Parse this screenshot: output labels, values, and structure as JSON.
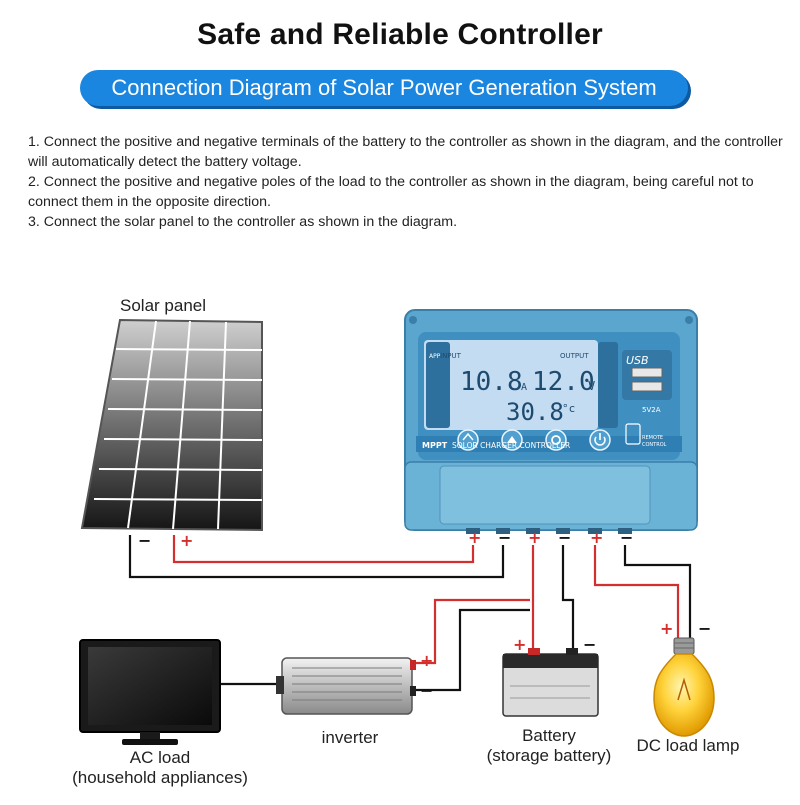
{
  "header": {
    "title": "Safe and Reliable Controller",
    "subtitle": "Connection Diagram of Solar Power Generation System"
  },
  "instructions": [
    "1. Connect the positive and negative terminals of the battery to the controller as shown in the diagram, and the controller will automatically detect the battery voltage.",
    "2. Connect the positive and negative poles of the load to the controller as shown in the diagram, being careful not to connect them in the opposite direction.",
    "3. Connect the solar panel to the controller as shown in the diagram."
  ],
  "labels": {
    "solar_panel": "Solar panel",
    "ac_load_line1": "AC load",
    "ac_load_line2": "(household appliances)",
    "inverter": "inverter",
    "battery_line1": "Battery",
    "battery_line2": "(storage battery)",
    "dc_load": "DC load lamp"
  },
  "controller": {
    "input_label": "INPUT",
    "output_label": "OUTPUT",
    "current": "10.8",
    "current_unit": "A",
    "voltage": "12.0",
    "voltage_unit": "V",
    "temperature": "30.8",
    "temperature_unit": "°c",
    "brand": "MPPT",
    "name": "SOLOR CHARGER CONTROLLER",
    "usb_label": "USB",
    "usb_spec": "5V2A",
    "remote_line1": "REMOTE",
    "remote_line2": "CONTROL",
    "app_label": "APP"
  },
  "polarity": {
    "plus": "+",
    "minus": "−"
  },
  "colors": {
    "accent": "#1a86e0",
    "positive_wire": "#d32f2f",
    "negative_wire": "#111111",
    "controller_body": "#5aa6cf",
    "lcd": "#c4dcf2"
  }
}
